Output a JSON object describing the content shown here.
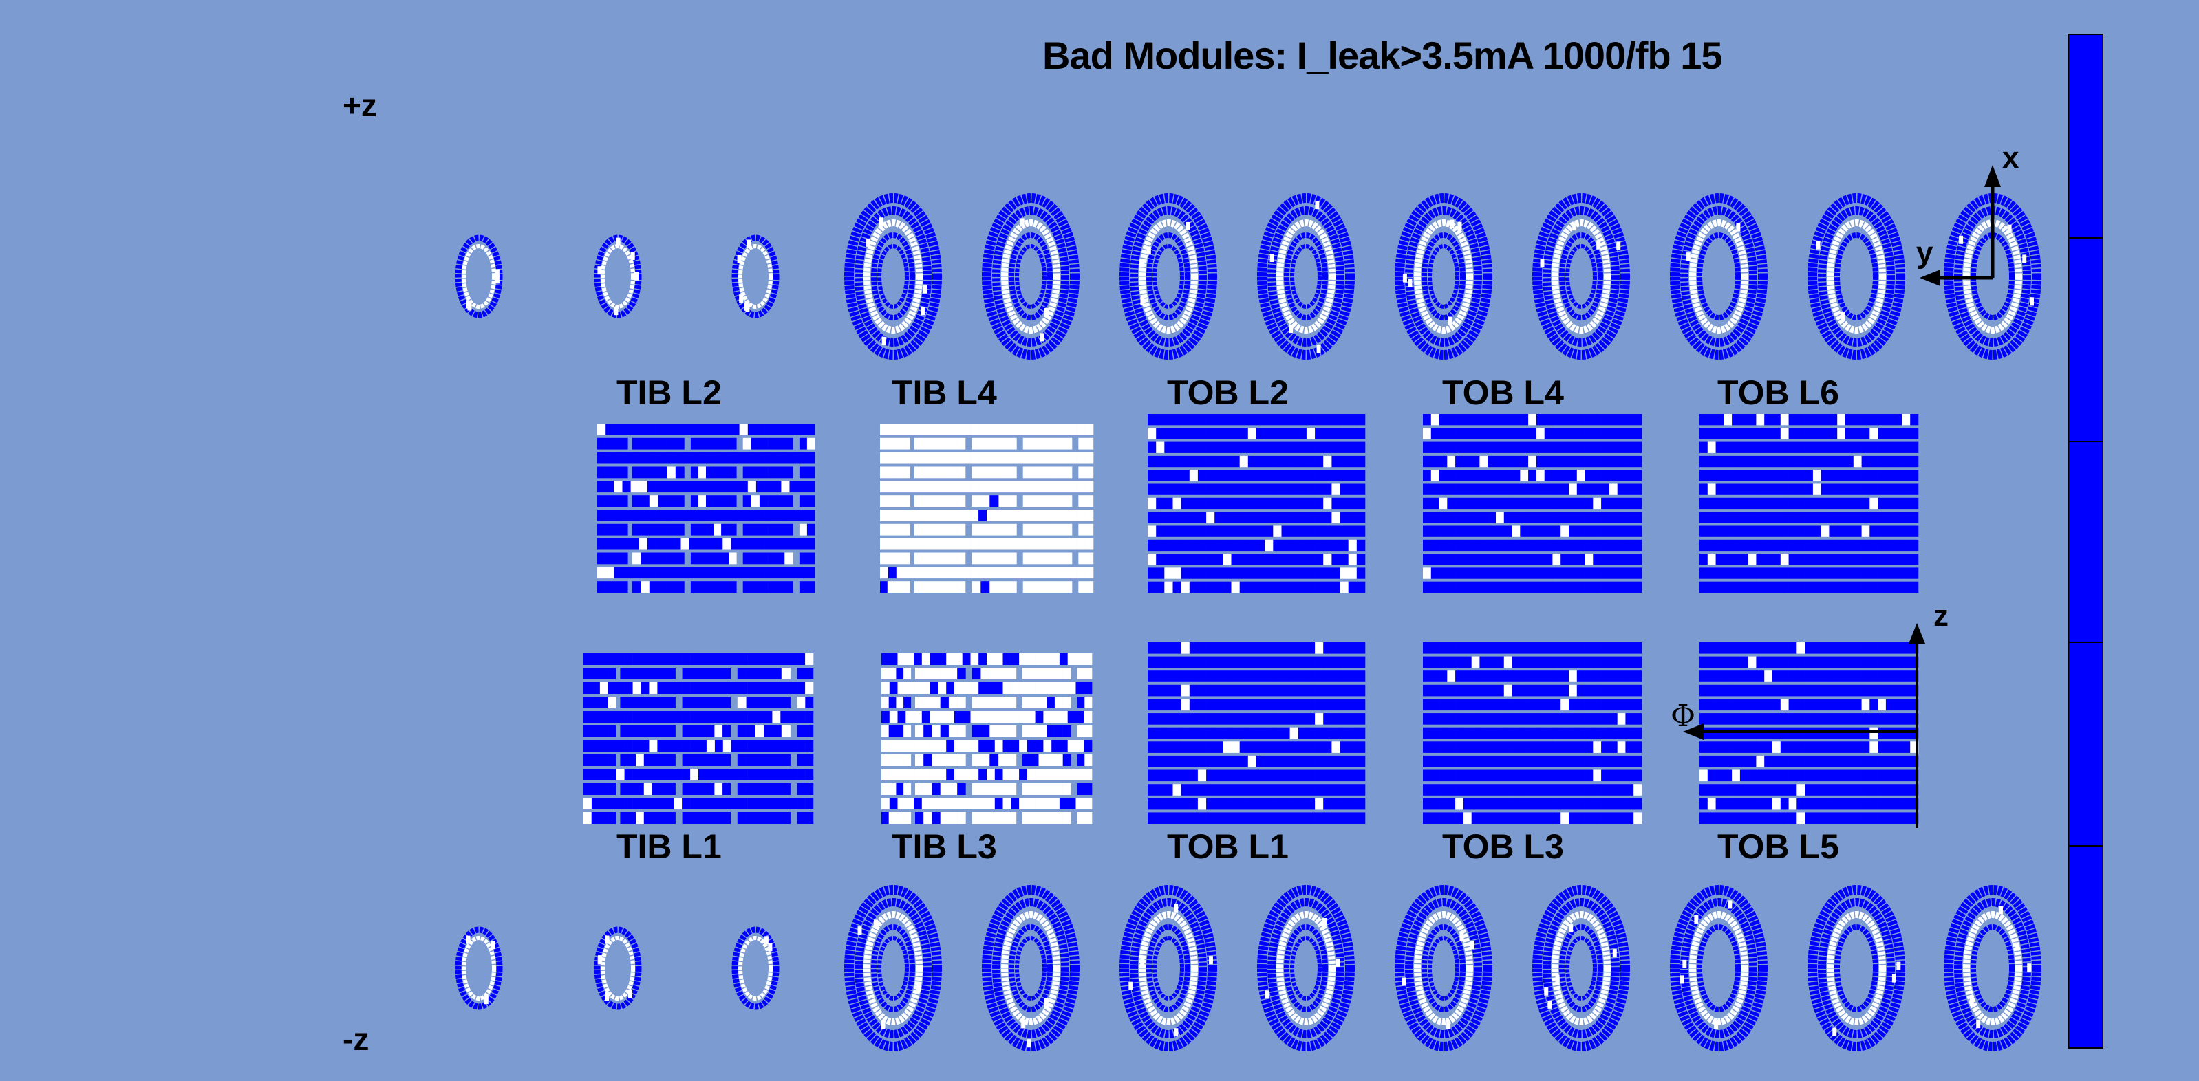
{
  "title": "Bad Modules: I_leak>3.5mA 1000/fb 15",
  "side_labels": {
    "plus_z": "+z",
    "minus_z": "-z"
  },
  "axes": {
    "disk_x": "x",
    "disk_y": "y",
    "barrel_z": "z",
    "barrel_phi": "Φ"
  },
  "colors": {
    "background": "#7b9bd1",
    "good_module": "#0000ff",
    "bad_module": "#ffffff",
    "colorbar": "#0000ff"
  },
  "barrel_layers": [
    {
      "label": "TIB L2",
      "bad_fraction": 0.08
    },
    {
      "label": "TIB L4",
      "bad_fraction": 0.97
    },
    {
      "label": "TOB L2",
      "bad_fraction": 0.05
    },
    {
      "label": "TOB L4",
      "bad_fraction": 0.06
    },
    {
      "label": "TOB L6",
      "bad_fraction": 0.05
    },
    {
      "label": "TIB L1",
      "bad_fraction": 0.08
    },
    {
      "label": "TIB L3",
      "bad_fraction": 0.7
    },
    {
      "label": "TOB L1",
      "bad_fraction": 0.04
    },
    {
      "label": "TOB L3",
      "bad_fraction": 0.03
    },
    {
      "label": "TOB L5",
      "bad_fraction": 0.04
    }
  ],
  "disks_per_side": 12
}
